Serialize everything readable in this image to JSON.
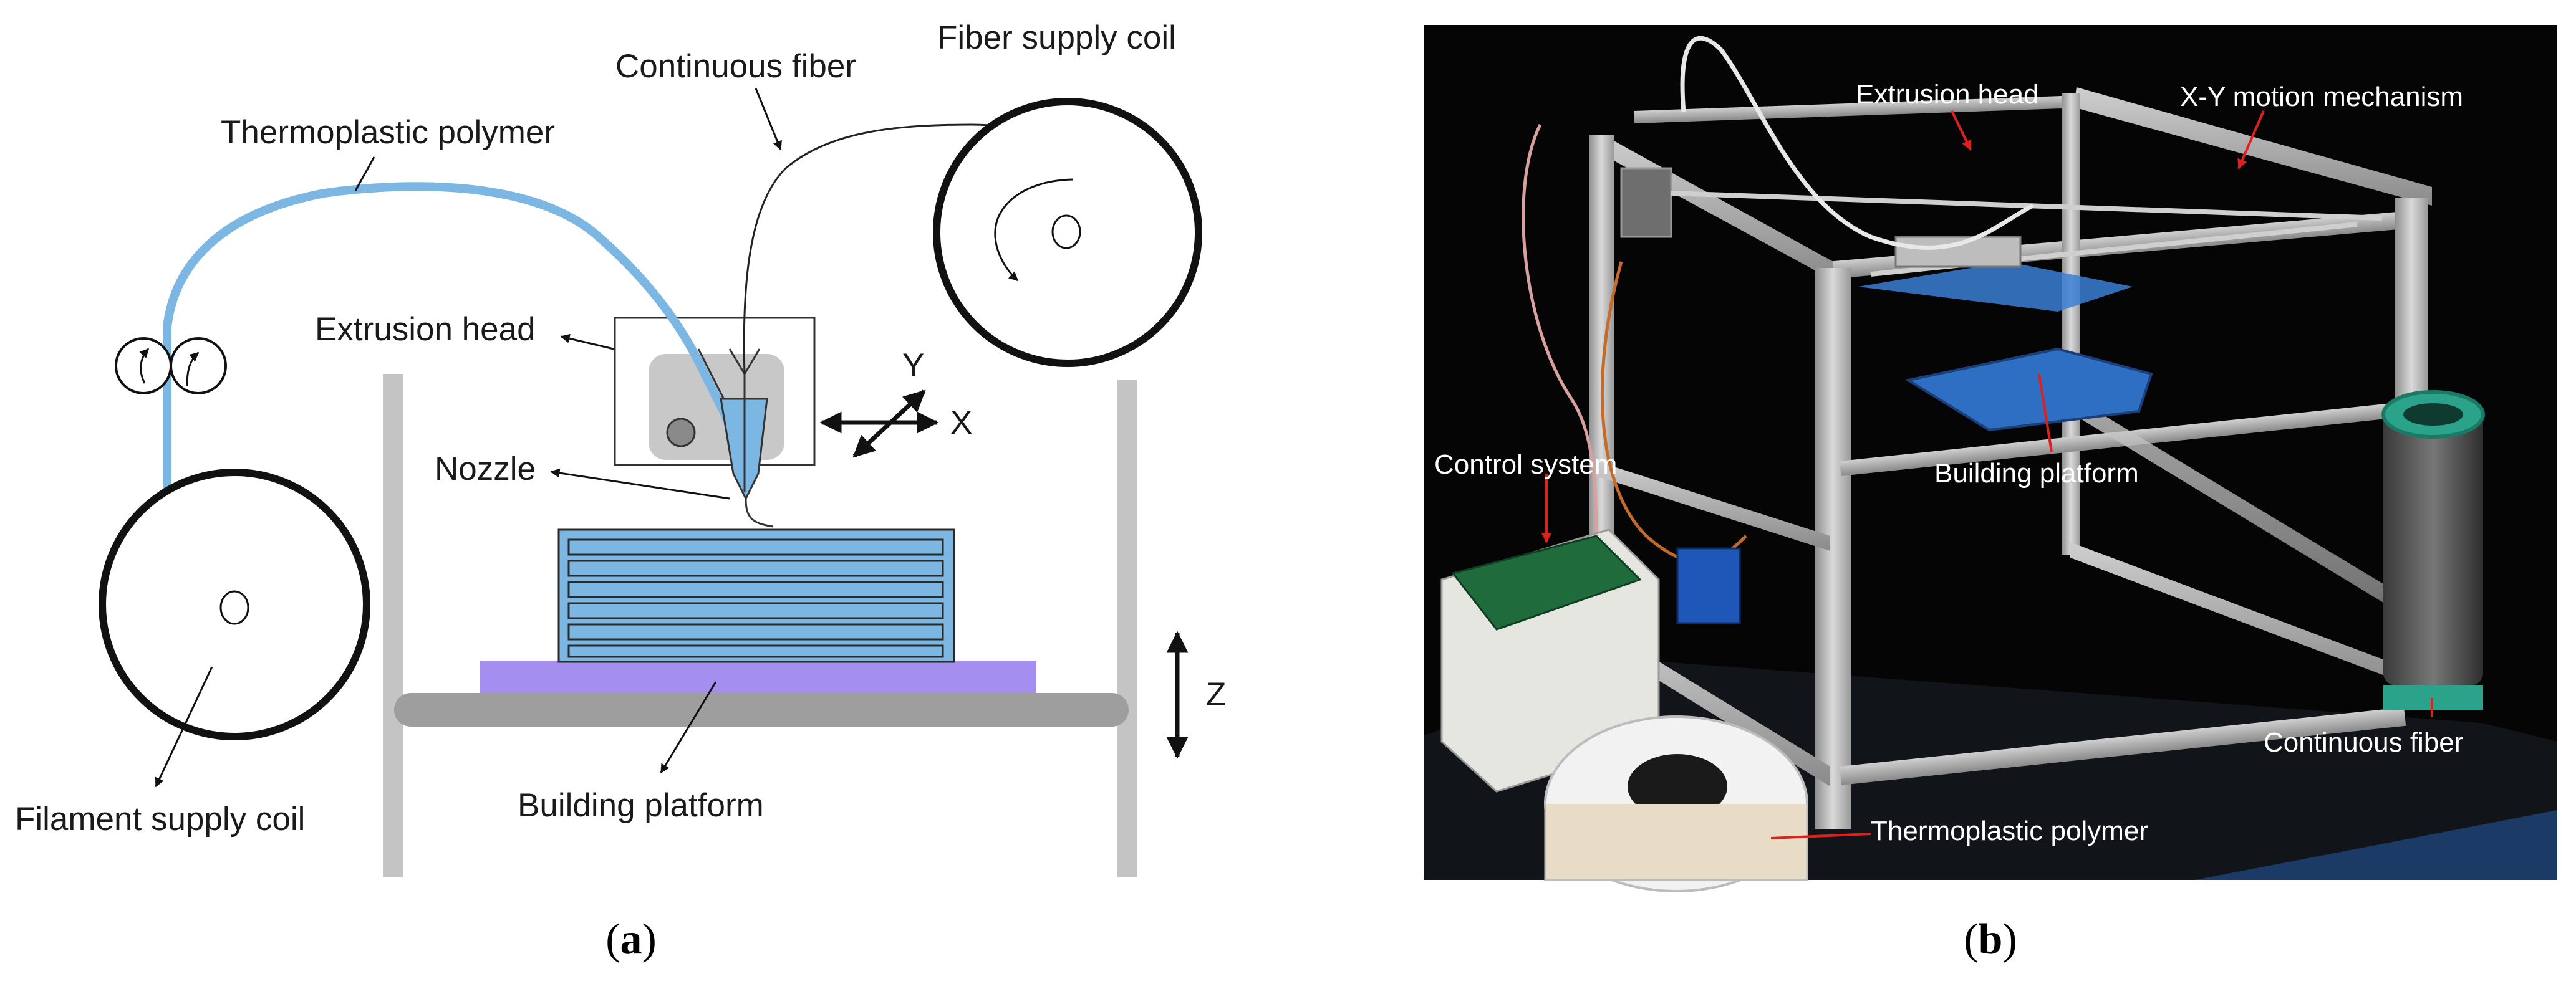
{
  "panel_a": {
    "labels": {
      "continuous_fiber": "Continuous fiber",
      "fiber_supply_coil": "Fiber supply coil",
      "thermoplastic_polymer": "Thermoplastic polymer",
      "extrusion_head": "Extrusion head",
      "nozzle": "Nozzle",
      "axis_y": "Y",
      "axis_x": "X",
      "axis_z": "Z",
      "filament_supply_coil": "Filament supply coil",
      "building_platform": "Building platform"
    },
    "caption": {
      "open": "(",
      "letter": "a",
      "close": ")"
    },
    "colors": {
      "filament": "#7cb7e4",
      "printed_part": "#7cb7e4",
      "bed": "#a48ef0",
      "frame": "#c4c4c4",
      "platform_bar": "#9e9e9e"
    }
  },
  "panel_b": {
    "labels": {
      "extrusion_head": "Extrusion head",
      "xy_motion": "X-Y motion mechanism",
      "control_system": "Control system",
      "building_platform": "Building platform",
      "continuous_fiber": "Continuous fiber",
      "thermoplastic_polymer": "Thermoplastic polymer"
    },
    "caption": {
      "open": "(",
      "letter": "b",
      "close": ")"
    },
    "colors": {
      "annotation_line": "#e0201c",
      "background": "#050505"
    }
  }
}
